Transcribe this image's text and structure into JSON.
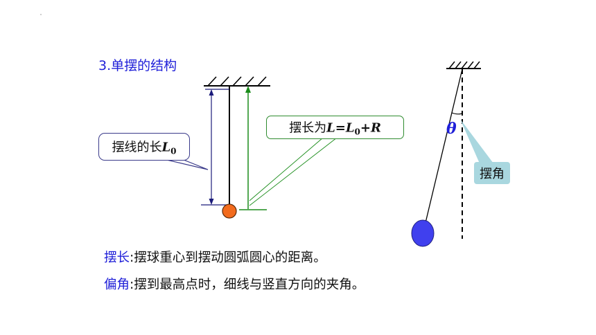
{
  "section_title": "3.单摆的结构",
  "callout_string_length": {
    "prefix": "摆线的长",
    "var": "L",
    "sub": "0"
  },
  "callout_pendulum_length": {
    "prefix": "摆长为",
    "var1": "L",
    "eq": "=",
    "var2": "L",
    "sub2": "0",
    "plus": "+",
    "var3": "R"
  },
  "angle_symbol": "θ",
  "angle_label": "摆角",
  "definitions": [
    {
      "term": "摆长",
      "text": ":摆球重心到摆动圆弧圆心的距离。"
    },
    {
      "term": "偏角",
      "text": ":摆到最高点时，细线与竖直方向的夹角。"
    }
  ],
  "colors": {
    "title_blue": "#1f1fd8",
    "bob_left": "#f26b1d",
    "bob_right": "#4040ee",
    "green_line": "#1a8c1a",
    "navy_line": "#1b1b7a",
    "callout_teal": "#a9d7df"
  }
}
